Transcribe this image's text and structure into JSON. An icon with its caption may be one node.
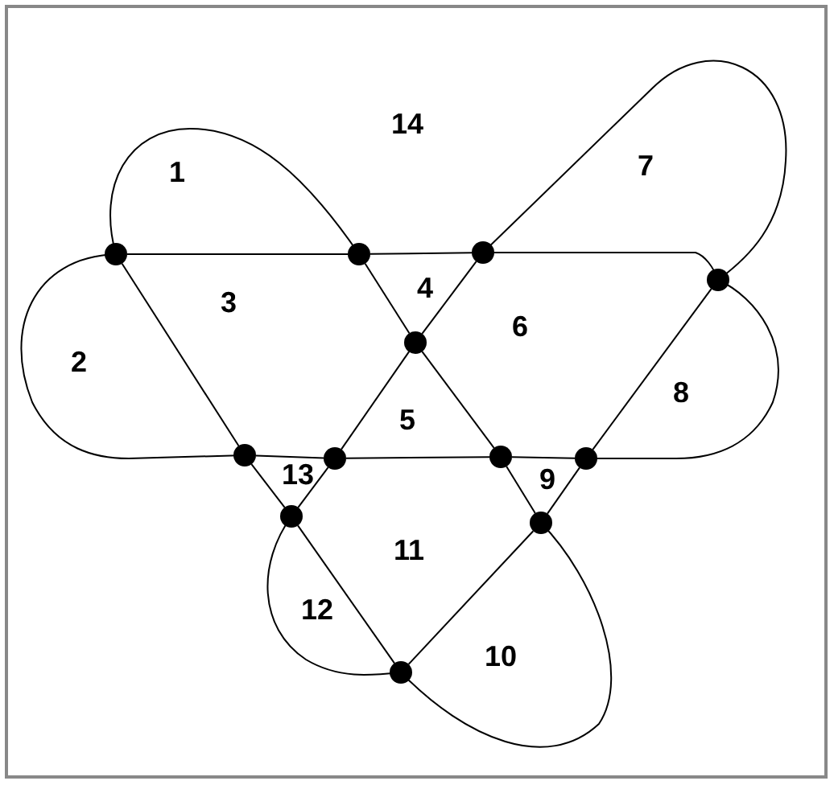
{
  "diagram": {
    "nodes": [
      {
        "text": [],
        "shape": "circle"
      },
      {
        "text": [],
        "shape": "circle"
      },
      {
        "text": [],
        "shape": "circle"
      },
      {
        "text": [],
        "shape": "circle"
      },
      {
        "text": [],
        "shape": "circle"
      },
      {
        "text": [],
        "shape": "circle"
      },
      {
        "text": [],
        "shape": "circle"
      },
      {
        "text": [],
        "shape": "circle"
      },
      {
        "text": [],
        "shape": "circle"
      },
      {
        "text": [],
        "shape": "circle"
      },
      {
        "text": [],
        "shape": "circle"
      },
      {
        "text": [],
        "shape": "circle"
      }
    ],
    "edges": [
      {
        "from": 0,
        "to": 1,
        "arrow": "none"
      },
      {
        "from": 0,
        "to": 1,
        "arrow": "none"
      },
      {
        "from": 0,
        "to": 5,
        "arrow": "none"
      },
      {
        "from": 0,
        "to": 5,
        "arrow": "none"
      },
      {
        "from": 1,
        "to": 2,
        "arrow": "none"
      },
      {
        "from": 1,
        "to": 4,
        "arrow": "none"
      },
      {
        "from": 2,
        "to": 3,
        "arrow": "none"
      },
      {
        "from": 2,
        "to": 3,
        "arrow": "none"
      },
      {
        "from": 2,
        "to": 4,
        "arrow": "none"
      },
      {
        "from": 3,
        "to": 8,
        "arrow": "none"
      },
      {
        "from": 3,
        "to": 8,
        "arrow": "none"
      },
      {
        "from": 4,
        "to": 6,
        "arrow": "none"
      },
      {
        "from": 4,
        "to": 7,
        "arrow": "none"
      },
      {
        "from": 5,
        "to": 6,
        "arrow": "none"
      },
      {
        "from": 5,
        "to": 9,
        "arrow": "none"
      },
      {
        "from": 6,
        "to": 7,
        "arrow": "none"
      },
      {
        "from": 6,
        "to": 9,
        "arrow": "none"
      },
      {
        "from": 7,
        "to": 8,
        "arrow": "none"
      },
      {
        "from": 7,
        "to": 10,
        "arrow": "none"
      },
      {
        "from": 8,
        "to": 10,
        "arrow": "none"
      },
      {
        "from": 9,
        "to": 11,
        "arrow": "none"
      },
      {
        "from": 9,
        "to": 11,
        "arrow": "none"
      },
      {
        "from": 10,
        "to": 11,
        "arrow": "none"
      },
      {
        "from": 10,
        "to": 11,
        "arrow": "none"
      }
    ],
    "labels": [
      "14",
      "1",
      "7",
      "4",
      "3",
      "6",
      "2",
      "5",
      "8",
      "13",
      "9",
      "11",
      "12",
      "10"
    ]
  }
}
